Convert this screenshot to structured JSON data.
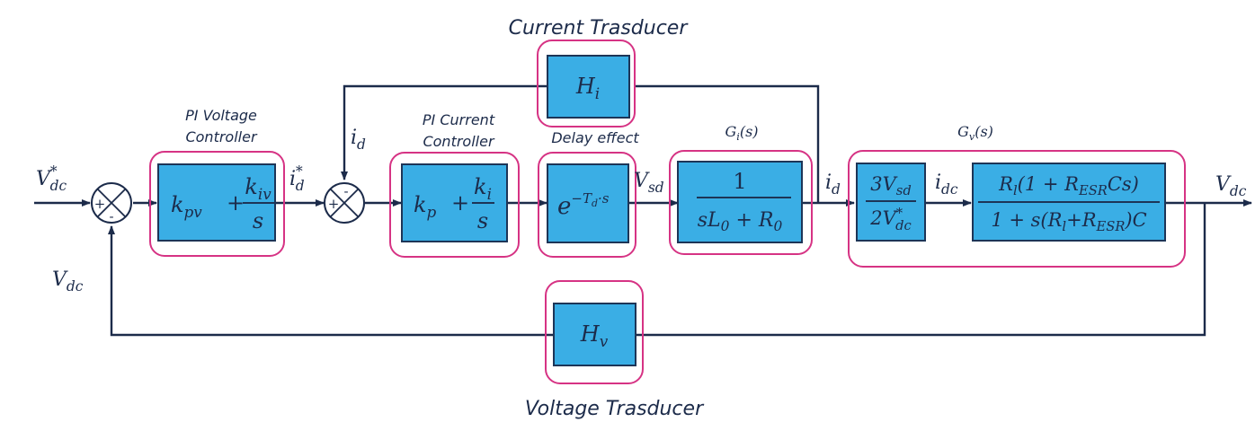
{
  "labels": {
    "current_transducer": "Current Trasducer",
    "voltage_transducer": "Voltage Trasducer",
    "pi_voltage_1": "PI Voltage",
    "pi_voltage_2": "Controller",
    "pi_current_1": "PI Current",
    "pi_current_2": "Controller",
    "delay": "Delay effect",
    "gi": "G",
    "gi_sub": "i",
    "gi_arg": "(s)",
    "gv": "G",
    "gv_sub": "v",
    "gv_arg": "(s)"
  },
  "signals": {
    "vdc_ref": "V",
    "vdc_ref_sup": "*",
    "vdc_ref_sub": "dc",
    "vdc_fb": "V",
    "vdc_fb_sub": "dc",
    "id_ref": "i",
    "id_ref_sup": "*",
    "id_ref_sub": "d",
    "id_fb": "i",
    "id_fb_sub": "d",
    "vsd": "V",
    "vsd_sub": "sd",
    "id": "i",
    "id_sub": "d",
    "idc": "i",
    "idc_sub": "dc",
    "vdc_out": "V",
    "vdc_out_sub": "dc"
  },
  "blocks": {
    "pi_v": {
      "kp": "k",
      "kp_sub": "pv",
      "plus": "+",
      "num": "k",
      "num_sub": "iv",
      "den": "s"
    },
    "pi_i": {
      "kp": "k",
      "kp_sub": "p",
      "plus": "+",
      "num": "k",
      "num_sub": "i",
      "den": "s"
    },
    "delay": {
      "base": "e",
      "exp": "−T",
      "exp_sub": "d",
      "exp_tail": "·s"
    },
    "gi": {
      "num": "1",
      "den": "sL",
      "den_sub1": "0",
      "den_mid": " + R",
      "den_sub2": "0"
    },
    "gain": {
      "num": "3V",
      "num_sub": "sd",
      "den": "2V",
      "den_sup": "*",
      "den_sub": "dc"
    },
    "plant": {
      "num_a": "R",
      "num_a_sub": "l",
      "num_b": "(1 + R",
      "num_b_sub": "ESR",
      "num_c": "Cs)",
      "den_a": "1 + s(R",
      "den_a_sub": "l",
      "den_b": "+R",
      "den_b_sub": "ESR",
      "den_c": ")C"
    },
    "hi": {
      "label": "H",
      "sub": "i"
    },
    "hv": {
      "label": "H",
      "sub": "v"
    }
  },
  "summers": {
    "s1": {
      "plus": "+",
      "minus": "-"
    },
    "s2": {
      "plus": "+",
      "minus": "-"
    }
  },
  "colors": {
    "block_fill": "#3aaee5",
    "group_outline": "#d63384",
    "wire": "#1c2b4a"
  }
}
